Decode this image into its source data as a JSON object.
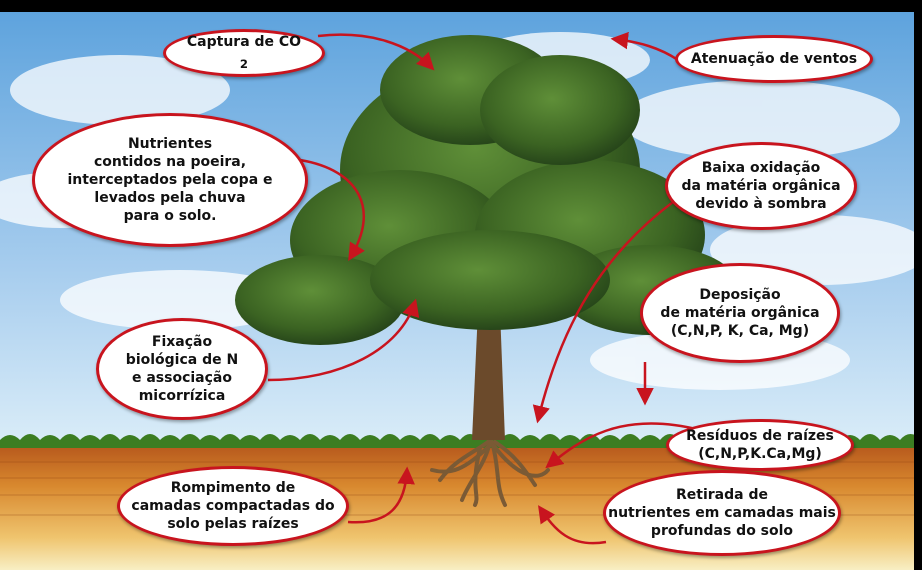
{
  "bubbles": {
    "co2": {
      "text": "Captura de CO",
      "sub": "2"
    },
    "ventos": "Atenuação de ventos",
    "nutrientes": "Nutrientes\ncontidos na poeira,\ninterceptados pela copa e\nlevados pela chuva\npara o solo.",
    "oxidacao": "Baixa oxidação\nda matéria orgânica\ndevido à sombra",
    "deposicao": "Deposição\nde matéria orgânica\n(C,N,P, K, Ca, Mg)",
    "fixacao": "Fixação\nbiológica de N\ne associação\nmicorrízica",
    "residuos": "Resíduos de raízes\n(C,N,P,K.Ca,Mg)",
    "rompimento": "Rompimento de\ncamadas compactadas do\nsolo pelas raízes",
    "retirada": "Retirada de\nnutrientes em camadas mais\nprofundas do solo"
  },
  "colors": {
    "accent": "#c8141e",
    "sky": "#7fb8e6",
    "foliage": "#3f6a25",
    "trunk": "#6b4a2b",
    "soil_top": "#c7621a",
    "soil_bottom": "#f6e9b8"
  }
}
